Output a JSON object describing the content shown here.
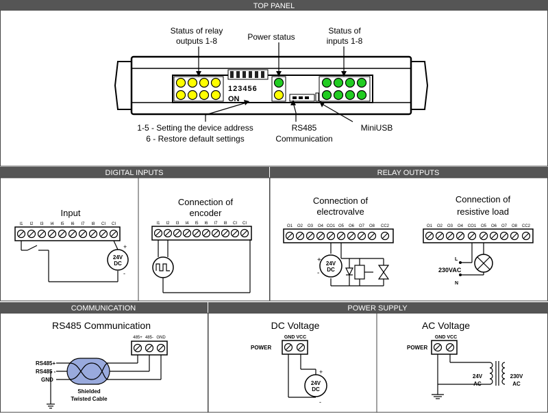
{
  "colors": {
    "header_bg": "#555555",
    "header_text": "#ffffff",
    "border": "#444444",
    "led_yellow": "#ffff00",
    "led_green": "#22cc22",
    "wire": "#000000"
  },
  "top_panel": {
    "title": "TOP PANEL",
    "label_relay_status": [
      "Status of relay",
      "outputs 1-8"
    ],
    "label_power_status": "Power status",
    "label_inputs_status": [
      "Status of",
      "inputs 1-8"
    ],
    "dip_numbers": "123456",
    "dip_on": "ON",
    "label_address": [
      "1-5 - Setting the device address",
      "6 - Restore default settings"
    ],
    "label_rs485": [
      "RS485",
      "Communication"
    ],
    "label_miniusb": "MiniUSB"
  },
  "digital_inputs": {
    "title": "DIGITAL INPUTS",
    "input_label": "Input",
    "encoder_label": [
      "Connection of",
      "encoder"
    ],
    "terminals": [
      "I1",
      "I2",
      "I3",
      "I4",
      "I5",
      "I6",
      "I7",
      "I8",
      "CI",
      "CI"
    ],
    "supply": [
      "24V",
      "DC"
    ],
    "plus": "+",
    "minus": "-"
  },
  "relay_outputs": {
    "title": "RELAY OUTPUTS",
    "electrovalve_label": [
      "Connection of",
      "electrovalve"
    ],
    "resistive_label": [
      "Connection of",
      "resistive load"
    ],
    "terminals": [
      "O1",
      "O2",
      "O3",
      "O4",
      "CO1",
      "O5",
      "O6",
      "O7",
      "O8",
      "CC2"
    ],
    "supply": [
      "24V",
      "DC"
    ],
    "ac_label": "230VAC",
    "l_label": "L",
    "n_label": "N",
    "plus": "+",
    "minus": "-"
  },
  "communication": {
    "title": "COMMUNICATION",
    "rs485_title": "RS485 Communication",
    "terminal_labels": [
      "485+",
      "485-",
      "GND"
    ],
    "wire_labels": [
      "RS485+",
      "RS485 -",
      "GND"
    ],
    "cable_label": [
      "Shielded",
      "Twisted Cable"
    ]
  },
  "power_supply": {
    "title": "POWER SUPPLY",
    "dc_title": "DC Voltage",
    "ac_title": "AC Voltage",
    "terminal_labels": "GND VCC",
    "power_label": "POWER",
    "dc_supply": [
      "24V",
      "DC"
    ],
    "ac_secondary": [
      "24V",
      "AC"
    ],
    "ac_primary": [
      "230V",
      "AC"
    ],
    "plus": "+",
    "minus": "-"
  }
}
